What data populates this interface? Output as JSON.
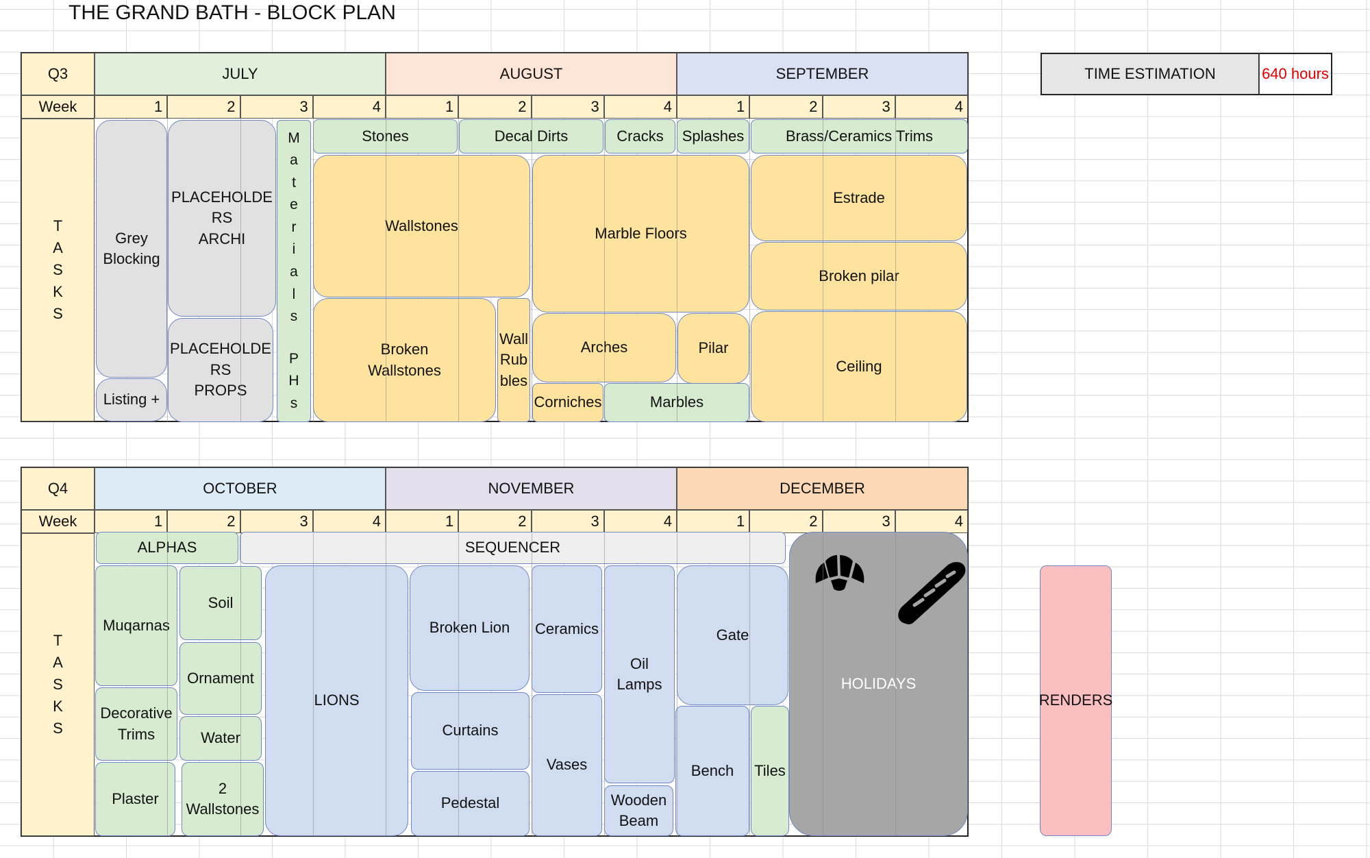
{
  "title": "THE GRAND BATH - BLOCK PLAN",
  "q3": {
    "quarter": "Q3",
    "months": [
      "JULY",
      "AUGUST",
      "SEPTEMBER"
    ],
    "week_label": "Week",
    "weeks": [
      "1",
      "2",
      "3",
      "4",
      "1",
      "2",
      "3",
      "4",
      "1",
      "2",
      "3",
      "4"
    ],
    "tasks_label": [
      "T",
      "A",
      "S",
      "K",
      "S"
    ],
    "tasks": {
      "grey_blocking": "Grey\nBlocking",
      "listing": "Listing +",
      "placeholders_archi": "PLACEHOLDE\nRS\nARCHI",
      "placeholders_props": "PLACEHOLDE\nRS\nPROPS",
      "materials_phs": [
        "M",
        "a",
        "t",
        "e",
        "r",
        "i",
        "a",
        "l",
        "s",
        "",
        "P",
        "H",
        "s"
      ],
      "stones": "Stones",
      "decal_dirts": "Decal Dirts",
      "cracks": "Cracks",
      "splashes": "Splashes",
      "brass_trims": "Brass/Ceramics Trims",
      "wallstones": "Wallstones",
      "marble_floors": "Marble Floors",
      "estrade": "Estrade",
      "broken_pilar": "Broken pilar",
      "broken_wallstones": "Broken\nWallstones",
      "wall_rubbles": "Wall\nRub\nbles",
      "arches": "Arches",
      "pilar": "Pilar",
      "ceiling": "Ceiling",
      "corniches": "Corniches",
      "marbles": "Marbles"
    }
  },
  "q4": {
    "quarter": "Q4",
    "months": [
      "OCTOBER",
      "NOVEMBER",
      "DECEMBER"
    ],
    "week_label": "Week",
    "weeks": [
      "1",
      "2",
      "3",
      "4",
      "1",
      "2",
      "3",
      "4",
      "1",
      "2",
      "3",
      "4"
    ],
    "tasks_label": [
      "T",
      "A",
      "S",
      "K",
      "S"
    ],
    "tasks": {
      "alphas": "ALPHAS",
      "sequencer": "SEQUENCER",
      "muqarnas": "Muqarnas",
      "soil": "Soil",
      "ornament": "Ornament",
      "decorative_trims": "Decorative\nTrims",
      "water": "Water",
      "plaster": "Plaster",
      "two_wallstones": "2\nWallstones",
      "lions": "LIONS",
      "broken_lion": "Broken Lion",
      "curtains": "Curtains",
      "pedestal": "Pedestal",
      "ceramics": "Ceramics",
      "vases": "Vases",
      "oil_lamps": "Oil\nLamps",
      "wooden_beam": "Wooden\nBeam",
      "gate": "Gate",
      "bench": "Bench",
      "tiles": "Tiles",
      "holidays": "HOLIDAYS"
    }
  },
  "time_estimation": {
    "label": "TIME ESTIMATION",
    "value": "640 hours"
  },
  "renders": "RENDERS",
  "colors": {
    "q_label": "#fff2cc",
    "july": "#e2efda",
    "august": "#fce4d6",
    "september": "#d9e1f2",
    "october": "#ddebf7",
    "november": "#e4dfec",
    "december": "#fcd8b4",
    "estimate_value": "#e00000",
    "task_grey": "#e1e1e1",
    "task_green": "#d6ebcf",
    "task_orange": "#fde39e",
    "task_blue": "#d0dcef",
    "holidays": "#a6a6a6",
    "renders": "#fbbfc2"
  },
  "icons": [
    "croissant-icon",
    "baguette-icon"
  ]
}
